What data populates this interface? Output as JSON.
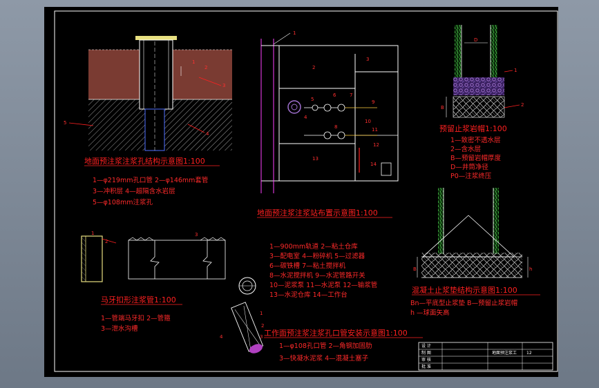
{
  "sections": {
    "drill": {
      "title": "地面预注浆注浆孔结构示意图1:100",
      "legend": [
        "1—φ219mm孔口管  2—φ146mm套管",
        "3—冲积层  4—超隔含水岩层",
        "5—φ108mm注浆孔"
      ],
      "labels": [
        "1",
        "2",
        "3",
        "4",
        "5"
      ]
    },
    "layout": {
      "title": "地面预注浆注浆站布置示意图1:100",
      "legend": [
        "1—900mm轨道  2—粘土仓库",
        "3—配电室  4—粉碎机  5—过滤器",
        "6—碳铁槽  7—粘土搅拌机",
        "8—水泥搅拌机  9—水泥管路开关",
        "10—泥浆泵  11—水泥泵  12—输浆管",
        "13—水泥仓库  14—工作台"
      ],
      "labels": [
        "1",
        "2",
        "3",
        "4",
        "5",
        "6",
        "7",
        "8",
        "9",
        "10",
        "11",
        "12",
        "13",
        "14"
      ]
    },
    "cap": {
      "title": "预留止浆岩帽1:100",
      "legend": [
        "1—致密不透水层",
        "2—含水层",
        "B—预留岩帽厚度",
        "D—井筒净径",
        "P0—注浆终压"
      ],
      "labels": [
        "1",
        "2",
        "D",
        "B"
      ]
    },
    "pad": {
      "title": "混凝土止浆垫结构示意图1:100",
      "legend": [
        "Bn—平底型止浆垫  B—预留止浆岩帽",
        "h  —球面矢高"
      ],
      "labels": [
        "B",
        "h"
      ]
    },
    "pipe": {
      "title": "马牙扣形注浆管1:100",
      "legend": [
        "1—管端马牙扣  2—管箍",
        "3—泄水沟槽"
      ],
      "labels": [
        "1",
        "2",
        "3"
      ]
    },
    "install": {
      "title": "工作面预注浆注浆孔口管安装示意图1:100",
      "legend": [
        "1—φ108孔口管  2—角钢加固肋",
        "3—快凝水泥浆      4—混凝土塞子"
      ],
      "labels": [
        "1",
        "2",
        "3",
        "4"
      ]
    }
  },
  "title_block": {
    "heading": "地面预注浆工",
    "code": "12",
    "rows": [
      "设 计",
      "制 图",
      "审 核",
      "批 准"
    ]
  },
  "colors": {
    "background": "#000000",
    "annotation": "#ff2020",
    "geometry": "#ffffff",
    "soil": "#7a3b32",
    "steel": "#e8e080",
    "rock": "#a070d0",
    "water": "#4060ff",
    "rail": "#ff40ff",
    "pipe": "#ffd040"
  }
}
